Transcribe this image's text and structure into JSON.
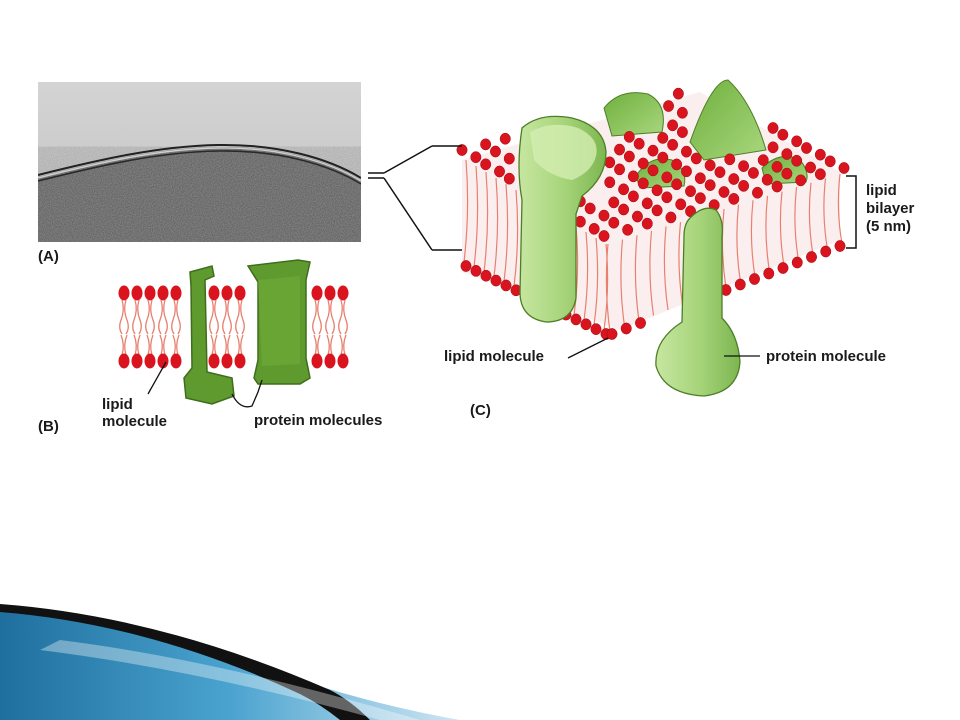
{
  "panel_a": {
    "label": "(A)"
  },
  "panel_b": {
    "label": "(B)",
    "lipid_label_line1": "lipid",
    "lipid_label_line2": "molecule",
    "protein_label": "protein molecules"
  },
  "panel_c": {
    "label": "(C)",
    "bilayer_line1": "lipid",
    "bilayer_line2": "bilayer",
    "bilayer_line3": "(5 nm)",
    "lipid_label": "lipid molecule",
    "protein_label": "protein molecule"
  },
  "colors": {
    "lipid_head": "#d9141e",
    "lipid_tail": "#e88070",
    "protein_dark": "#5f9a2e",
    "protein_light": "#b7de8c",
    "slide_accent": "#2e7fb0"
  }
}
